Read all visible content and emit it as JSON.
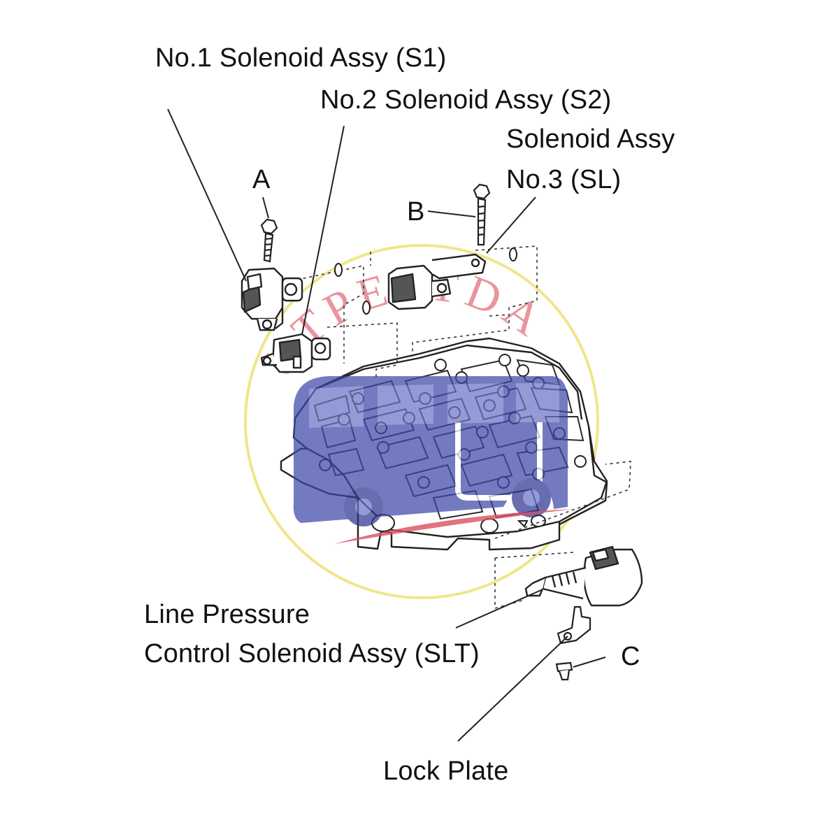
{
  "labels": {
    "s1": "No.1 Solenoid Assy (S1)",
    "s2": "No.2 Solenoid Assy (S2)",
    "sl_line1": "Solenoid Assy",
    "sl_line2": "No.3 (SL)",
    "a": "A",
    "b": "B",
    "c": "C",
    "slt_line1": "Line Pressure",
    "slt_line2": "Control Solenoid Assy (SLT)",
    "lock_plate": "Lock Plate"
  },
  "watermark": {
    "text": "UTPESTDA",
    "colors": {
      "text": "#d9505f",
      "circle": "#efe68a",
      "logo": "#3f48a8"
    }
  }
}
